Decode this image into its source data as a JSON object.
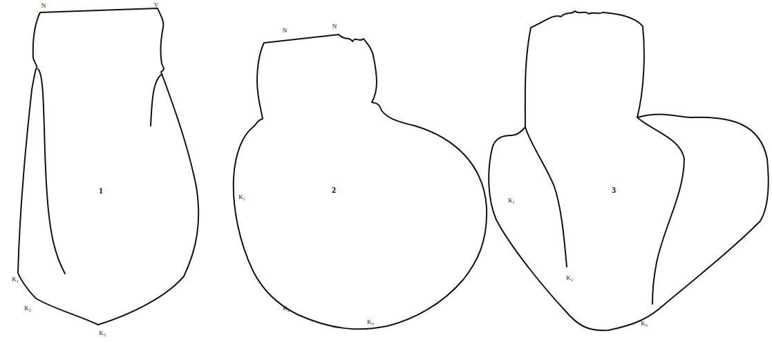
{
  "diagram": {
    "labels": [
      "N",
      "V",
      "1",
      "K₁",
      "K₂",
      "K₃",
      "N",
      "N",
      "2",
      "K₁",
      "K₂",
      "K₃",
      "3",
      "K₁",
      "K₂",
      "K₃"
    ]
  }
}
